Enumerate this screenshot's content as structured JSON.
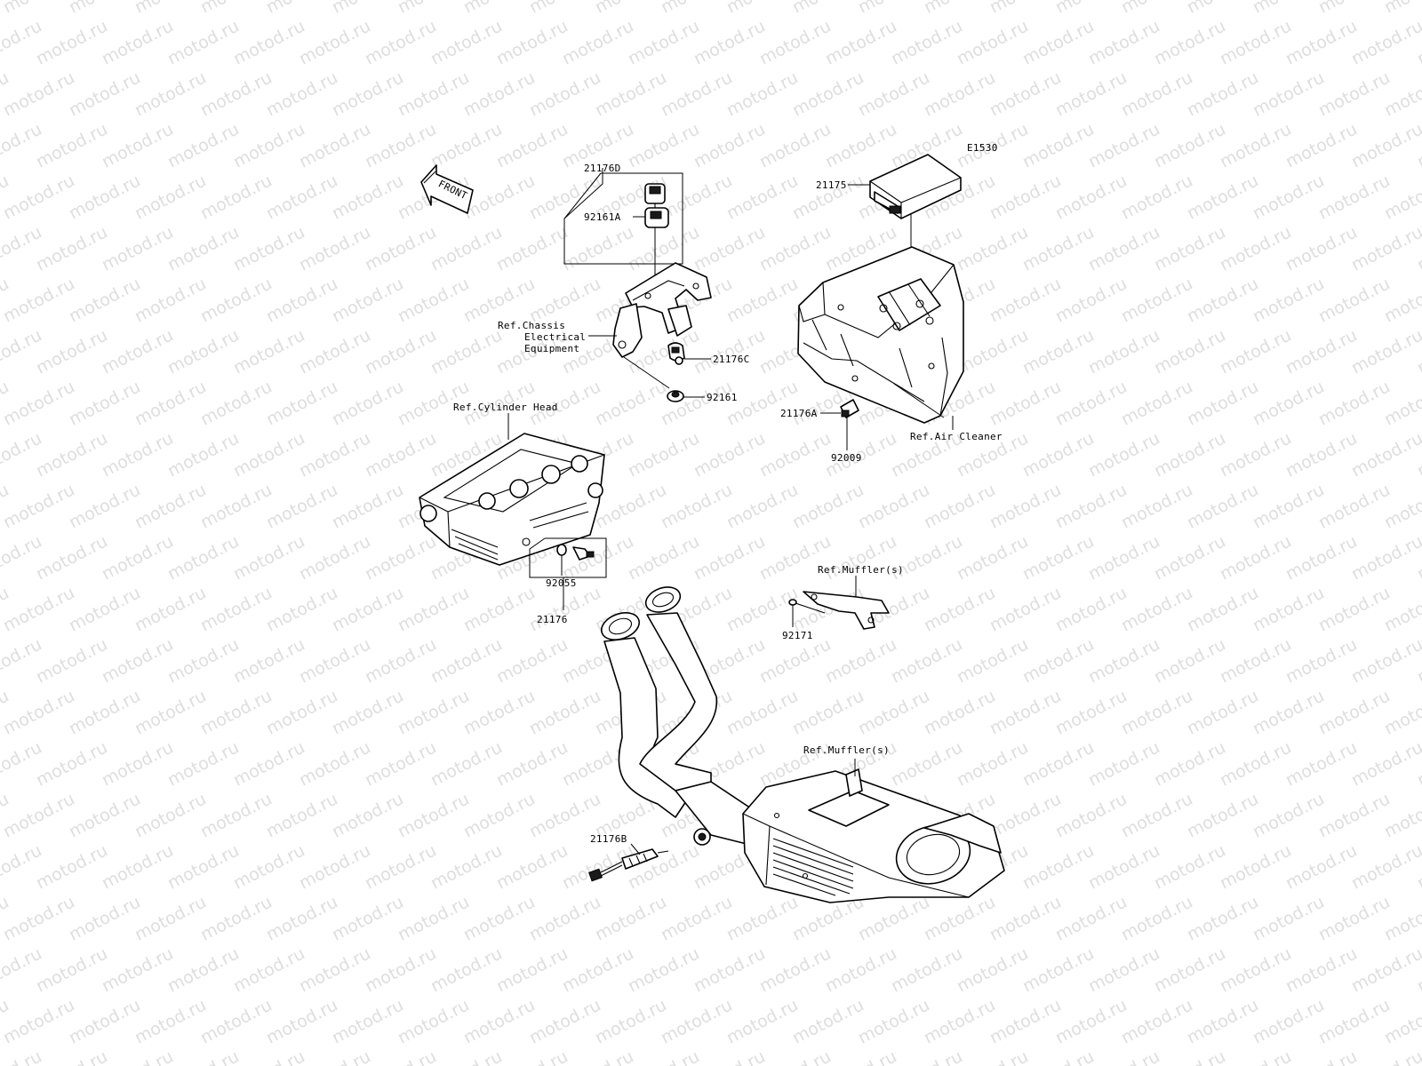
{
  "diagram": {
    "code": "E1530",
    "front_arrow": "FRONT",
    "watermark": "motod.ru",
    "labels": {
      "p21176D": "21176D",
      "p92161A": "92161A",
      "refChassis1": "Ref.Chassis",
      "refChassis2": "Electrical",
      "refChassis3": "Equipment",
      "p21176C": "21176C",
      "p92161": "92161",
      "p21175": "21175",
      "p21176A": "21176A",
      "p92009": "92009",
      "refAir": "Ref.Air Cleaner",
      "refCyl": "Ref.Cylinder Head",
      "p92055": "92055",
      "p21176": "21176",
      "refMuffler1": "Ref.Muffler(s)",
      "p92171": "92171",
      "refMuffler2": "Ref.Muffler(s)",
      "p21176B": "21176B"
    }
  }
}
